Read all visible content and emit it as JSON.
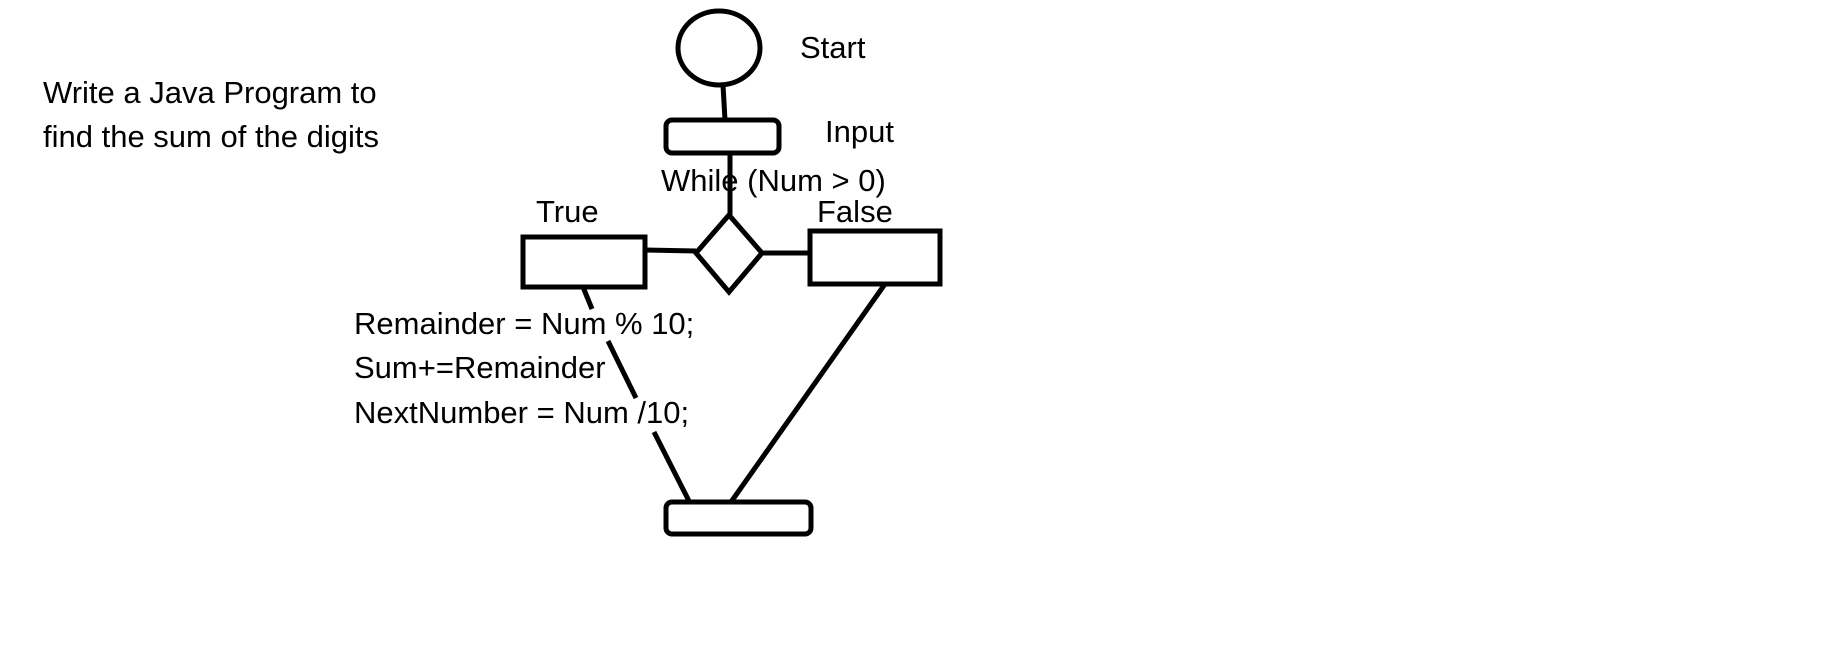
{
  "title_lines": [
    "Write a Java Program to",
    "find the sum of the digits"
  ],
  "labels": {
    "start": "Start",
    "input": "Input",
    "condition": "While (Num > 0)",
    "true_branch": "True",
    "false_branch": "False"
  },
  "code_lines": [
    "Remainder = Num % 10;",
    "Sum+=Remainder",
    "NextNumber = Num /10;"
  ],
  "colors": {
    "background": "#ffffff",
    "ink": "#000000"
  }
}
